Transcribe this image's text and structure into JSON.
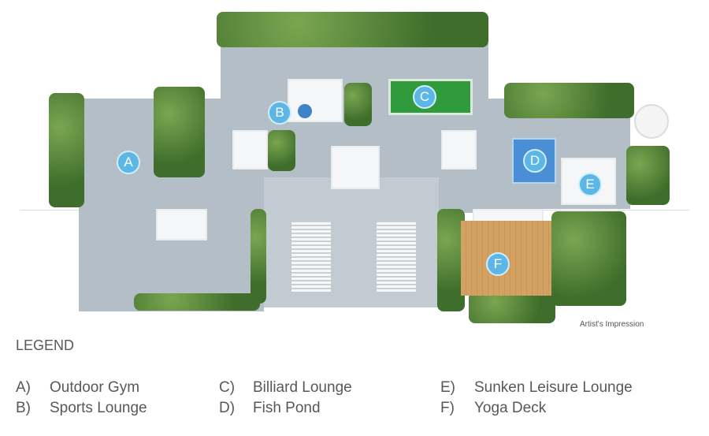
{
  "plan": {
    "markers": [
      {
        "letter": "A"
      },
      {
        "letter": "B"
      },
      {
        "letter": "C"
      },
      {
        "letter": "D"
      },
      {
        "letter": "E"
      },
      {
        "letter": "F"
      }
    ],
    "caption": "Artist's Impression",
    "colors": {
      "paving": "#b3bec7",
      "greenery": "#4e7d37",
      "marker": "#5db7e6",
      "billiard": "#2f9b3a",
      "pond": "#4a8fd6",
      "deck": "#d3a263"
    }
  },
  "legend": {
    "title": "LEGEND",
    "items": [
      {
        "key": "A)",
        "label": "Outdoor Gym"
      },
      {
        "key": "B)",
        "label": "Sports Lounge"
      },
      {
        "key": "C)",
        "label": "Billiard Lounge"
      },
      {
        "key": "D)",
        "label": "Fish Pond"
      },
      {
        "key": "E)",
        "label": "Sunken Leisure Lounge"
      },
      {
        "key": "F)",
        "label": "Yoga Deck"
      }
    ]
  }
}
